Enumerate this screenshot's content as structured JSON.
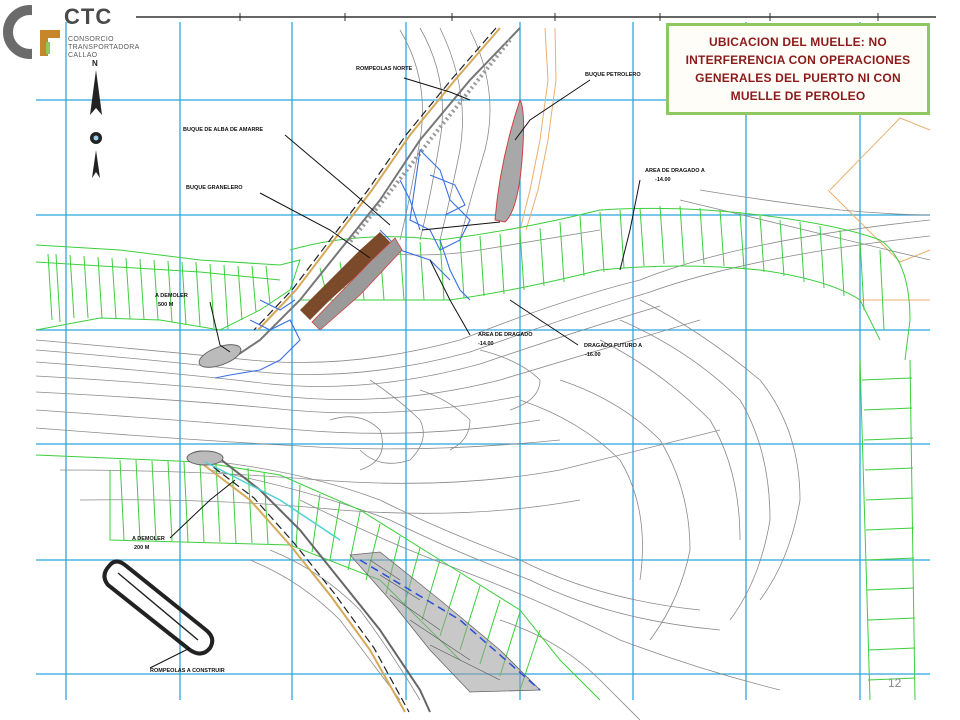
{
  "logo": {
    "brand": "CTC",
    "line1": "CONSORCIO",
    "line2": "TRANSPORTADORA",
    "line3": "CALLAO",
    "color_primary": "#6b6b6b",
    "color_accent": "#c8862a"
  },
  "callout": {
    "text": "UBICACION DEL MUELLE: NO INTERFERENCIA  CON  OPERACIONES GENERALES DEL PUERTO NI  CON MUELLE DE PEROLEO",
    "border_color": "#8fc860",
    "text_color": "#8b1a1a"
  },
  "page_number": "12",
  "map": {
    "north_label": "N",
    "labels": {
      "rompeolas_norte": "ROMPEOLAS NORTE",
      "buque_petrolero": "BUQUE PETROLERO",
      "buque_alba": "BUQUE DE ALBA DE AMARRE",
      "buque_granelero": "BUQUE GRANELERO",
      "area_dragado_a": "AREA DE DRAGADO A",
      "area_dragado_a_depth": "-14.00",
      "a_demoler_1": "A DEMOLER",
      "a_demoler_1_len": "500 M",
      "area_dragado": "AREA DE DRAGADO",
      "area_dragado_depth": "-14.00",
      "dragado_futuro": "DRAGADO FUTURO A",
      "dragado_futuro_depth": "-16.00",
      "a_demoler_2": "A DEMOLER",
      "a_demoler_2_len": "200 M",
      "rompeolas_construir": "ROMPEOLAS A CONSTRUIR"
    },
    "colors": {
      "grid": "#29a8e0",
      "contour": "#8a8a8a",
      "dredge": "#3ccf3c",
      "berth_blue": "#3b6fe0",
      "ship_gray": "#9a9a9a",
      "ship_brown": "#7a4a2a",
      "road": "#d6a85a",
      "dashed_blue": "#2a4fd8",
      "orange_line": "#e8b070"
    }
  }
}
